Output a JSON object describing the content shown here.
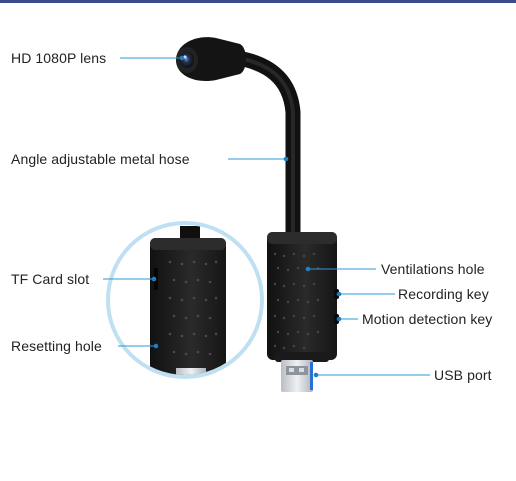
{
  "labels": {
    "lens": "HD 1080P lens",
    "hose": "Angle adjustable metal hose",
    "tf_card": "TF Card slot",
    "resetting": "Resetting hole",
    "ventilation": "Ventilations hole",
    "recording": "Recording key",
    "motion": "Motion detection key",
    "usb": "USB port"
  },
  "colors": {
    "callout_line": "#2e9ad6",
    "callout_dot": "#1f7fc4",
    "device_body": "#1e1e1e",
    "zoom_circle": "#bfe0f2",
    "usb_metal": "#cfd3d8",
    "usb_accent": "#2a6fd1"
  }
}
